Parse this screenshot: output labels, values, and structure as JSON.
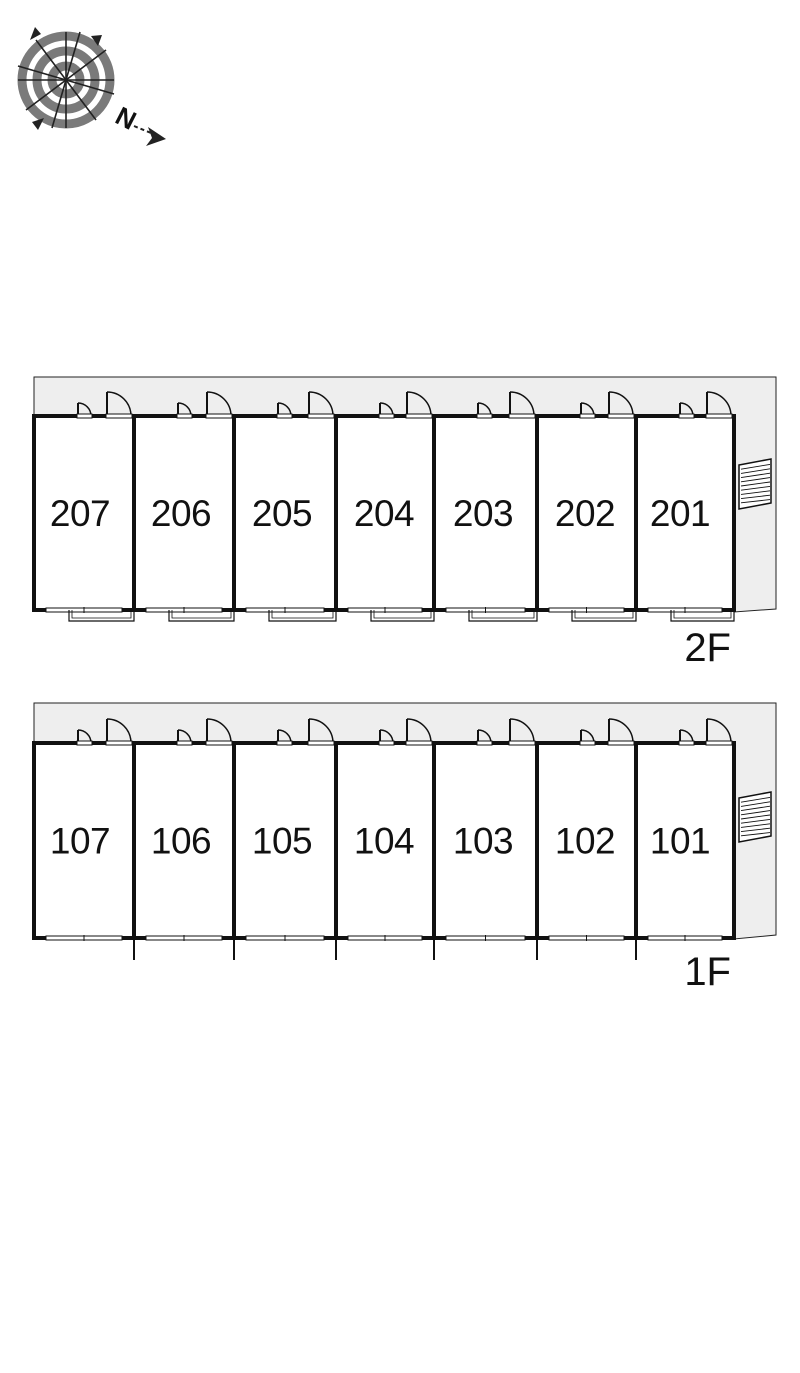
{
  "compass": {
    "north_letter": "N"
  },
  "floors": [
    {
      "id": "2F",
      "label": "2F",
      "rooms": [
        "207",
        "206",
        "205",
        "204",
        "203",
        "202",
        "201"
      ]
    },
    {
      "id": "1F",
      "label": "1F",
      "rooms": [
        "107",
        "106",
        "105",
        "104",
        "103",
        "102",
        "101"
      ]
    }
  ],
  "colors": {
    "wall": "#111111",
    "corridor": "#eeeeee",
    "background": "#ffffff"
  }
}
